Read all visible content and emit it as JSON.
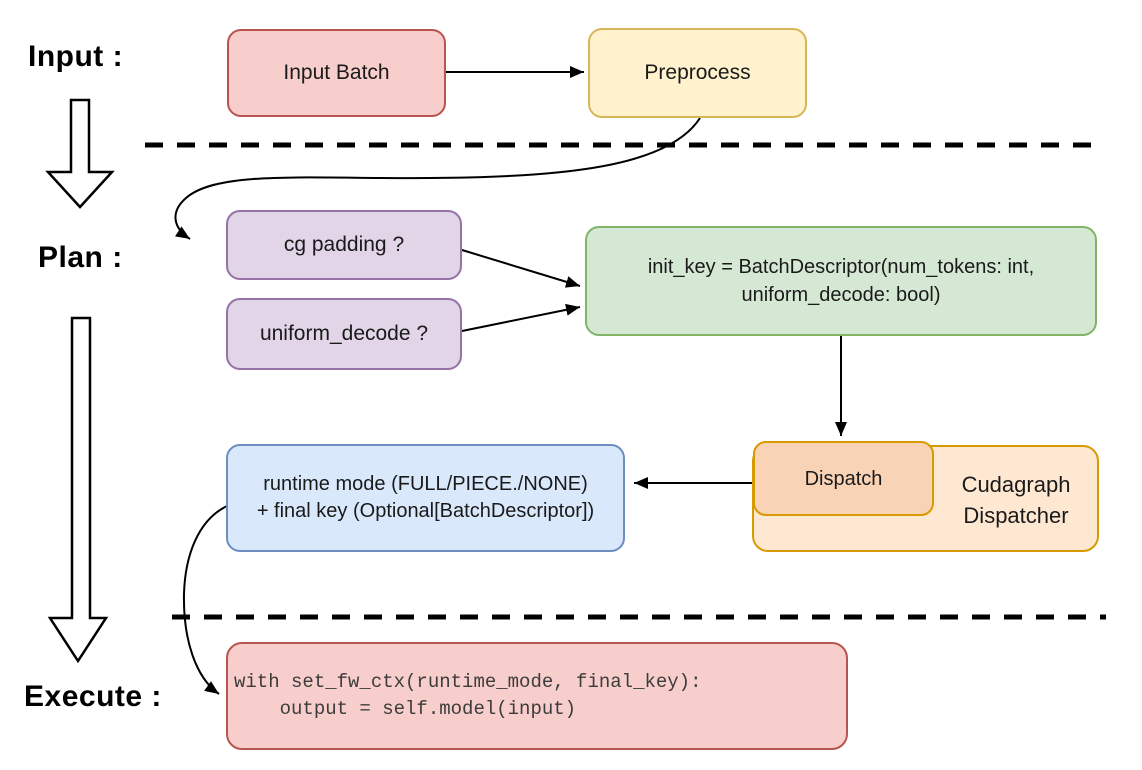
{
  "labels": {
    "input": "Input :",
    "plan": "Plan :",
    "execute": "Execute :"
  },
  "nodes": {
    "input_batch": {
      "label": "Input Batch",
      "fill": "#f8cecc",
      "border": "#b85450"
    },
    "preprocess": {
      "label": "Preprocess",
      "fill": "#fff2cc",
      "border": "#d6b656"
    },
    "cg_padding": {
      "label": "cg padding ?",
      "fill": "#e1d5e7",
      "border": "#9673a6"
    },
    "uniform_decode": {
      "label": "uniform_decode ?",
      "fill": "#e1d5e7",
      "border": "#9673a6"
    },
    "init_key": {
      "line1": "init_key = BatchDescriptor(num_tokens: int,",
      "line2": "uniform_decode: bool)",
      "fill": "#d5e8d4",
      "border": "#82b366"
    },
    "dispatch": {
      "label": "Dispatch",
      "fill": "#f9d3b6",
      "border": "#d79b00"
    },
    "cudagraph_dispatcher": {
      "line1": "Cudagraph",
      "line2": "Dispatcher",
      "fill": "#ffe8d2",
      "border": "#d79b00"
    },
    "runtime_mode": {
      "line1": "runtime mode (FULL/PIECE./NONE)",
      "line2": "+ final key (Optional[BatchDescriptor])",
      "fill": "#dae8fc",
      "border": "#6c8ebf"
    },
    "execute_code": {
      "code_line1": "with set_fw_ctx(runtime_mode, final_key):",
      "code_line2": "    output = self.model(input)",
      "fill": "#f8cecc",
      "border": "#b85450"
    }
  }
}
